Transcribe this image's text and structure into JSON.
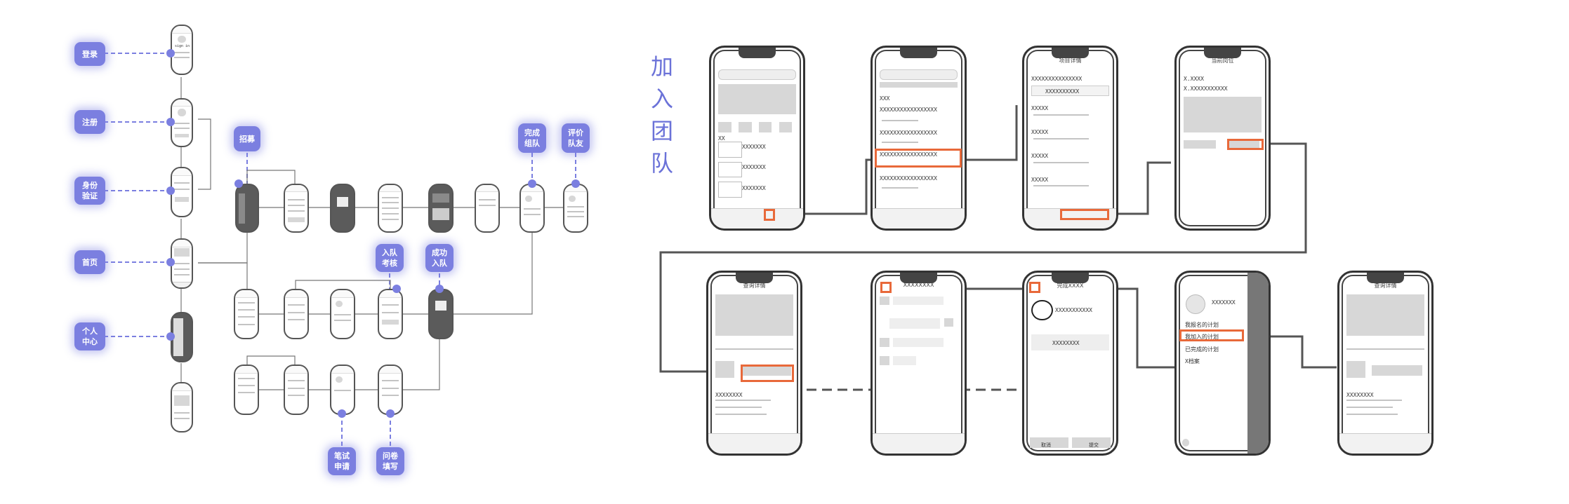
{
  "colors": {
    "accent": "#7b7fe0",
    "title": "#6b72d8",
    "highlight": "#e8693a",
    "wire": "#555555"
  },
  "section_title": "加\n入\n团\n队",
  "left_flow": {
    "badges": [
      {
        "id": "login",
        "label": "登录"
      },
      {
        "id": "register",
        "label": "注册"
      },
      {
        "id": "identity",
        "label": "身份\n验证"
      },
      {
        "id": "home",
        "label": "首页"
      },
      {
        "id": "personal",
        "label": "个人\n中心"
      },
      {
        "id": "recruit",
        "label": "招募"
      },
      {
        "id": "complete_team",
        "label": "完成\n组队"
      },
      {
        "id": "rate_members",
        "label": "评价\n队友"
      },
      {
        "id": "join_review",
        "label": "入队\n考核"
      },
      {
        "id": "join_success",
        "label": "成功\n入队"
      },
      {
        "id": "interview_apply",
        "label": "笔试\n申请"
      },
      {
        "id": "questionnaire",
        "label": "问卷\n填写"
      }
    ],
    "login_screen_caption": "sign in"
  },
  "right_flow": {
    "screens": [
      {
        "id": "home",
        "title": "",
        "texts": [
          "XX",
          "XXXXXXX",
          "XXXXXXX",
          "XXXXXXX"
        ]
      },
      {
        "id": "list",
        "title": "",
        "texts": [
          "XXX",
          "XXXXXXXXXXXXXXXXX",
          "XXXXXXXXXXXXXXXXX",
          "XXXXXXXXXXXXXXXXX",
          "XXXXXXXXXXXXXXXXX"
        ]
      },
      {
        "id": "project_detail",
        "title": "项目详情",
        "texts": [
          "XXXXXXXXXXXXXXX",
          "XXXXXXXXXX",
          "XXXXX",
          "XXXXX",
          "XXXXX",
          "XXXXX"
        ]
      },
      {
        "id": "role_detail",
        "title": "当前岗位",
        "texts": [
          "X.XXXX",
          "X.XXXXXXXXXXX"
        ]
      },
      {
        "id": "project_overview",
        "title": "查询详情",
        "texts": [
          "XXXXXXXX"
        ]
      },
      {
        "id": "chat",
        "title": "XXXXXXXX",
        "texts": []
      },
      {
        "id": "submitted",
        "title": "完成XXXX",
        "texts": [
          "XXXXXXXXXXX",
          "XXXXXXXX"
        ]
      },
      {
        "id": "menu",
        "title": "",
        "texts": [
          "XXXXXXX",
          "我报名的计划",
          "我加入的计划",
          "已完成的计划",
          "X档案"
        ]
      },
      {
        "id": "project_overview_2",
        "title": "查询详情",
        "texts": [
          "XXXXXXXX"
        ]
      }
    ],
    "submitted_buttons": [
      "取消",
      "提交"
    ]
  }
}
